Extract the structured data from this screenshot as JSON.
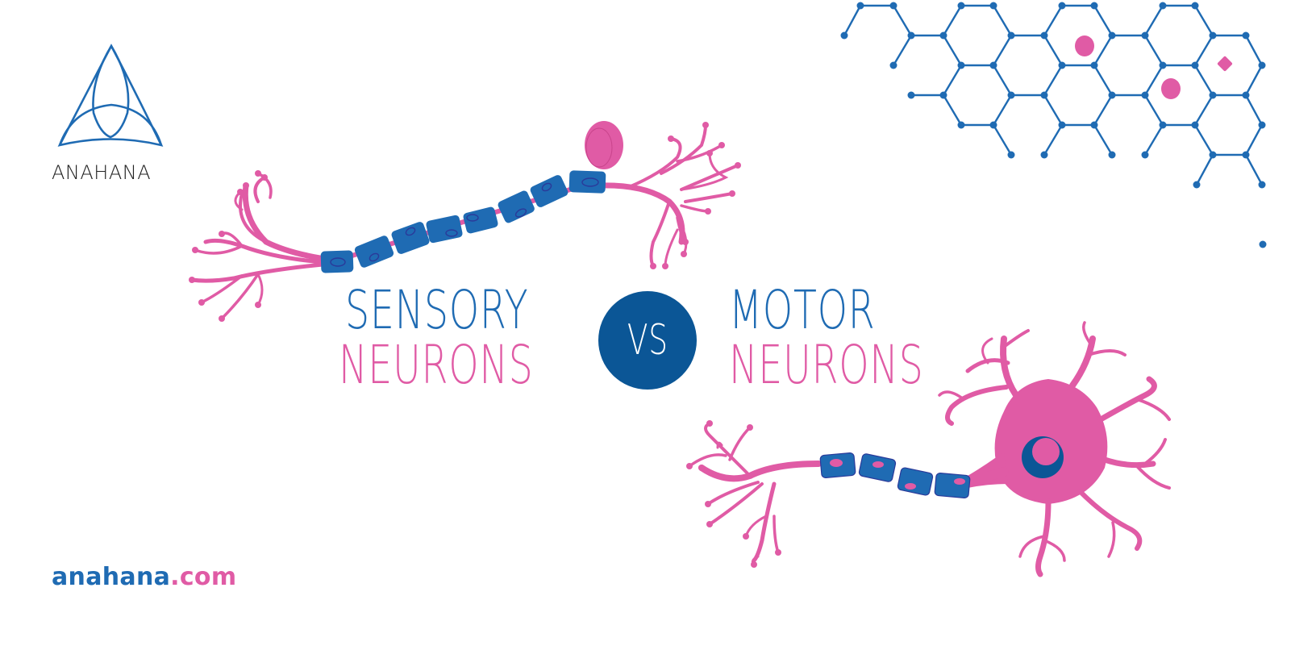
{
  "brand": {
    "name": "ANAHANA",
    "logo_icon": "triquetra-icon",
    "url_domain": "anahana",
    "url_tld": ".com"
  },
  "title": {
    "left_line1": "SENSORY",
    "left_line2": "NEURONS",
    "vs": "VS",
    "right_line1": "MOTOR",
    "right_line2": "NEURONS"
  },
  "illustrations": {
    "sensory_neuron": "sensory-neuron-illustration",
    "motor_neuron": "motor-neuron-illustration",
    "pattern": "hexagon-molecule-pattern"
  },
  "colors": {
    "blue": "#1f6bb3",
    "dark_blue": "#0b5696",
    "pink": "#e05ba5",
    "text_dark": "#222222",
    "background": "#ffffff"
  }
}
